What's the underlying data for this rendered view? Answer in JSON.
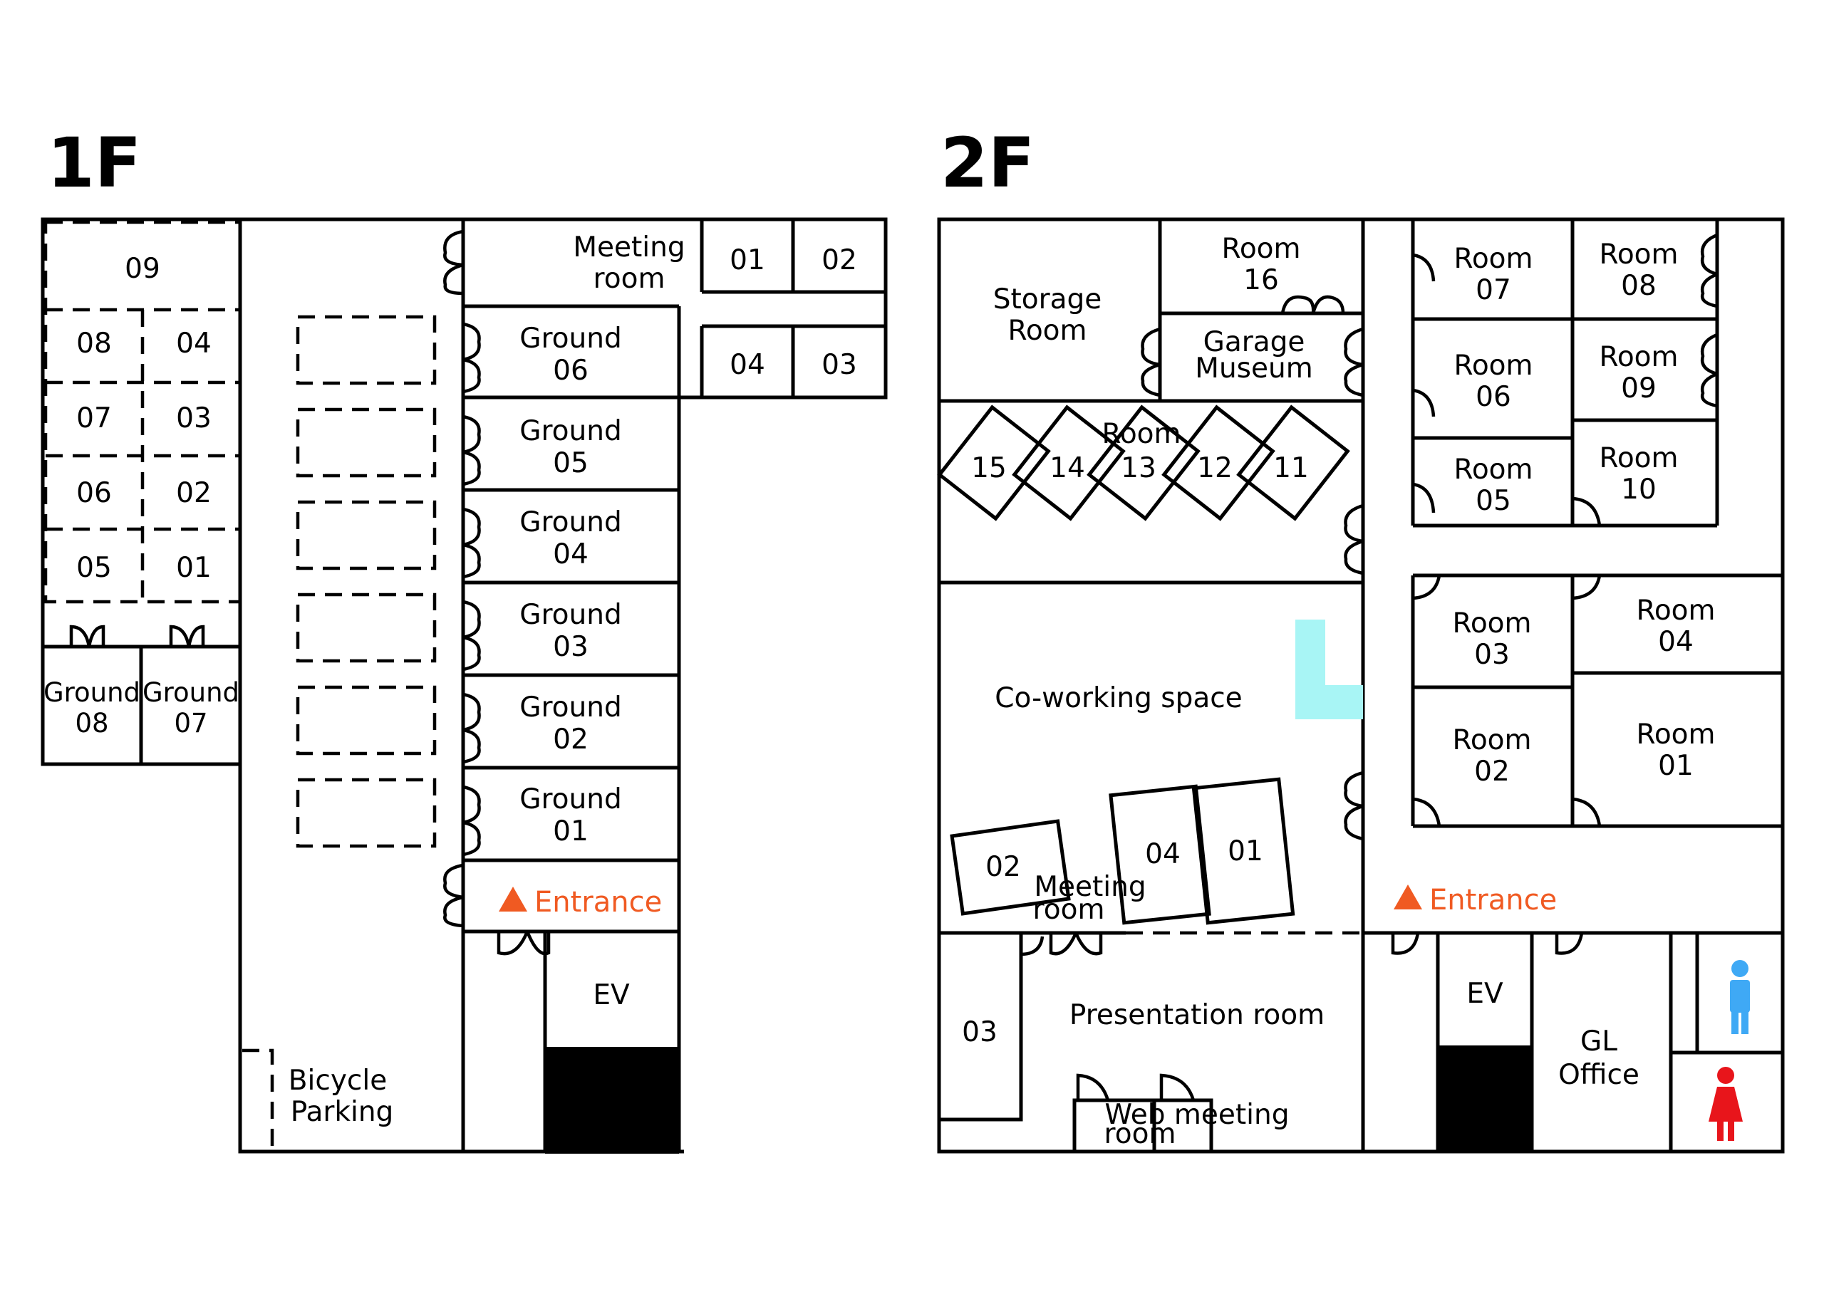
{
  "colors": {
    "entrance": "#f05a22",
    "mens_icon": "#3fa9f5",
    "womens_icon": "#e8151b",
    "highlight": "#a8f5f5",
    "walls": "#000000"
  },
  "icons": {
    "entrance": "triangle-up-icon",
    "men": "man-restroom-icon",
    "women": "woman-restroom-icon"
  },
  "floors": [
    {
      "label": "1F",
      "rooms": {
        "r09": "09",
        "r08": "08",
        "r04": "04",
        "r07": "07",
        "r03": "03",
        "r06": "06",
        "r02": "02",
        "r05": "05",
        "r01": "01",
        "ground08": [
          "Ground",
          "08"
        ],
        "ground07": [
          "Ground",
          "07"
        ],
        "meeting": [
          "Meeting",
          "room"
        ],
        "m01": "01",
        "m02": "02",
        "m04": "04",
        "m03": "03",
        "ground06": [
          "Ground",
          "06"
        ],
        "ground05": [
          "Ground",
          "05"
        ],
        "ground04": [
          "Ground",
          "04"
        ],
        "ground03": [
          "Ground",
          "03"
        ],
        "ground02": [
          "Ground",
          "02"
        ],
        "ground01": [
          "Ground",
          "01"
        ],
        "entrance": "Entrance",
        "ev": "EV",
        "bicycle": [
          "Bicycle",
          "Parking"
        ]
      }
    },
    {
      "label": "2F",
      "rooms": {
        "storage": [
          "Storage",
          "Room"
        ],
        "room16": [
          "Room",
          "16"
        ],
        "garage": [
          "Garage",
          "Museum"
        ],
        "booths_title": "Room",
        "b15": "15",
        "b14": "14",
        "b13": "13",
        "b12": "12",
        "b11": "11",
        "coworking": "Co-working space",
        "meet02": "02",
        "meet04": "04",
        "meet01": "01",
        "meeting": [
          "Meeting",
          "room"
        ],
        "m03": "03",
        "presentation": "Presentation room",
        "web_meeting": [
          "Web meeting",
          "room"
        ],
        "room07": [
          "Room",
          "07"
        ],
        "room08": [
          "Room",
          "08"
        ],
        "room06": [
          "Room",
          "06"
        ],
        "room09": [
          "Room",
          "09"
        ],
        "room05": [
          "Room",
          "05"
        ],
        "room10": [
          "Room",
          "10"
        ],
        "room03": [
          "Room",
          "03"
        ],
        "room04": [
          "Room",
          "04"
        ],
        "room02": [
          "Room",
          "02"
        ],
        "room01": [
          "Room",
          "01"
        ],
        "entrance": "Entrance",
        "ev": "EV",
        "gl_office": [
          "GL",
          "Office"
        ]
      }
    }
  ]
}
